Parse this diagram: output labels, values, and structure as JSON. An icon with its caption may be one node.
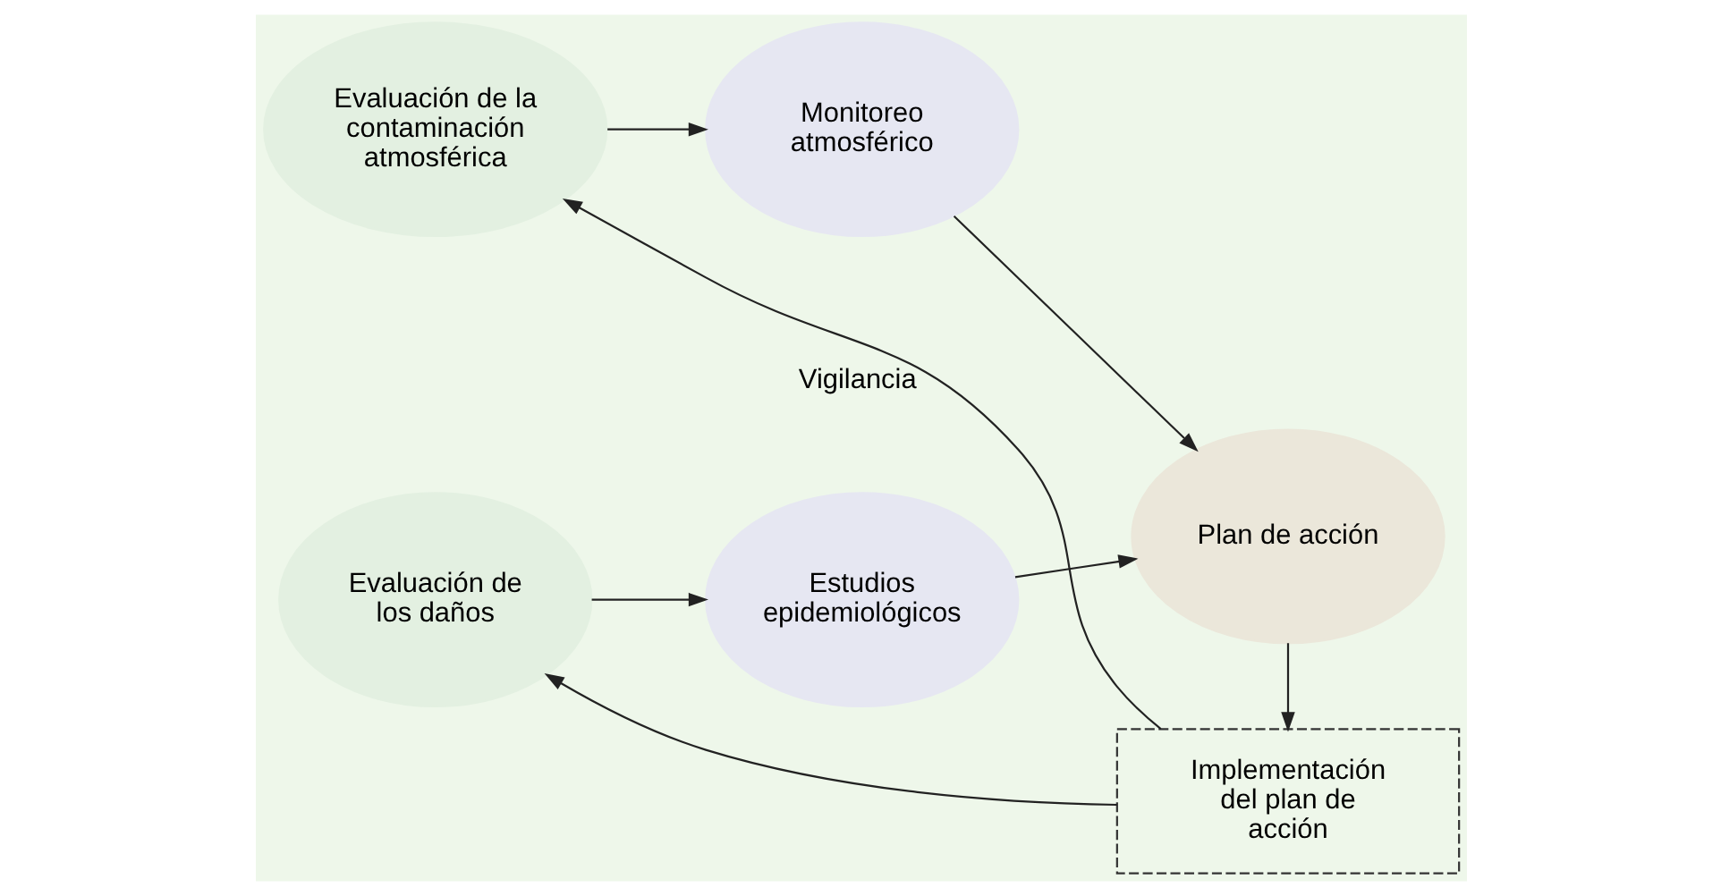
{
  "diagram": {
    "nodes": [
      {
        "text": [
          "Evaluación de la contaminación atmosférica"
        ]
      },
      {
        "text": [
          "Monitoreo atmosférico"
        ]
      },
      {
        "text": [
          "Evaluación de los daños"
        ]
      },
      {
        "text": [
          "Estudios epidemiológicos"
        ]
      },
      {
        "text": [
          "Plan de acción"
        ]
      },
      {
        "text": [
          "Implementación del plan de acción"
        ]
      }
    ],
    "edges": [
      {
        "from": 0,
        "to": 1,
        "arrow": "to"
      },
      {
        "from": 2,
        "to": 3,
        "arrow": "to"
      },
      {
        "from": 1,
        "to": 4,
        "arrow": "to"
      },
      {
        "from": 3,
        "to": 4,
        "arrow": "to"
      },
      {
        "from": 4,
        "to": 5,
        "arrow": "to"
      },
      {
        "from": 5,
        "to": 0,
        "arrow": "to",
        "label": "Vigilancia"
      },
      {
        "from": 5,
        "to": 2,
        "arrow": "to"
      }
    ]
  }
}
